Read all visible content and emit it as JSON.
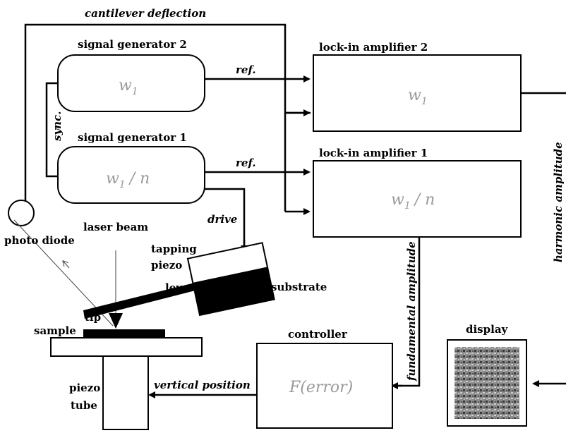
{
  "labels": {
    "cantilever_deflection": "cantilever deflection",
    "signal_generator_2": "signal generator 2",
    "signal_generator_1": "signal generator 1",
    "lockin_amplifier_2": "lock-in amplifier 2",
    "lockin_amplifier_1": "lock-in amplifier 1",
    "sync": "sync.",
    "ref_top": "ref.",
    "ref_bottom": "ref.",
    "drive": "drive",
    "photo_diode": "photo diode",
    "laser_beam": "laser beam",
    "tapping_piezo_1": "tapping",
    "tapping_piezo_2": "piezo",
    "lever": "lever",
    "substrate": "substrate",
    "tip": "tip",
    "sample": "sample",
    "controller": "controller",
    "display": "display",
    "harmonic_amplitude": "harmonic amplitude",
    "fundamental_amplitude": "fundamental amplitude",
    "vertical_position": "vertical position",
    "piezo_tube_1": "piezo",
    "piezo_tube_2": "tube"
  },
  "inner": {
    "sg2_w": "w",
    "sg2_sub": "1",
    "sg1_w": "w",
    "sg1_sub": "1",
    "sg1_div": "/ n",
    "la2_w": "w",
    "la2_sub": "1",
    "la1_w": "w",
    "la1_sub": "1",
    "la1_div": "/ n",
    "controller_fn": "F(error)"
  }
}
